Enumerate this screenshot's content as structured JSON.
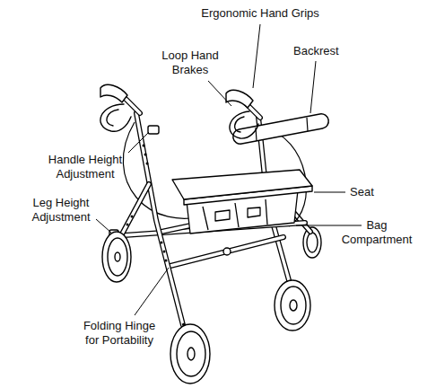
{
  "diagram": {
    "labels": [
      "Ergonomic Hand Grips",
      "Loop Hand Brakes",
      "Backrest",
      "Handle Height Adjustment",
      "Leg Height Adjustment",
      "Seat",
      "Bag Compartment",
      "Folding Hinge for Portability"
    ]
  }
}
